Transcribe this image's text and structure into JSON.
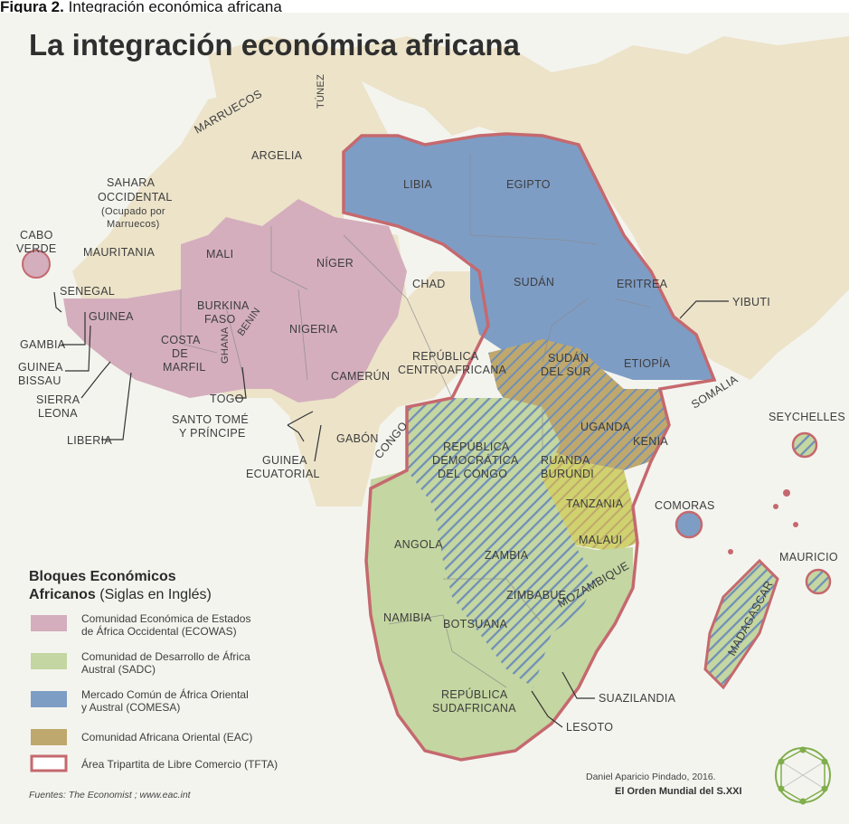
{
  "caption": {
    "prefix": "Figura 2.",
    "text": "Integración económica africana"
  },
  "title": "La integración económica africana",
  "colors": {
    "sea": "#f4f4ef",
    "land": "#ece3c9",
    "ecowas": "#d4aebd",
    "sadc": "#c4d6a1",
    "comesa": "#7e9dc5",
    "eac": "#bfa86d",
    "tfta_border": "#c5696e",
    "hatch": "#6f8fb8"
  },
  "countries": {
    "marruecos": "MARRUECOS",
    "tunez": "TÚNEZ",
    "argelia": "ARGELIA",
    "sahara1": "SAHARA",
    "sahara2": "OCCIDENTAL",
    "sahara3": "(Ocupado por",
    "sahara4": "Marruecos)",
    "cabo1": "CABO",
    "cabo2": "VERDE",
    "mauritania": "MAURITANIA",
    "mali": "MALI",
    "niger": "NÍGER",
    "senegal": "SENEGAL",
    "gambia": "GAMBIA",
    "guinea": "GUINEA",
    "gb1": "GUINEA",
    "gb2": "BISSAU",
    "burkina1": "BURKINA",
    "burkina2": "FASO",
    "benin": "BENIN",
    "ghana": "GHANA",
    "costa1": "COSTA",
    "costa2": "DE",
    "costa3": "MARFIL",
    "nigeria": "NIGERIA",
    "sl1": "SIERRA",
    "sl2": "LEONA",
    "liberia": "LIBERIA",
    "togo": "TOGO",
    "stp1": "SANTO TOMÉ",
    "stp2": "Y PRÍNCIPE",
    "ge1": "GUINEA",
    "ge2": "ECUATORIAL",
    "chad": "CHAD",
    "camerun": "CAMERÚN",
    "gabon": "GABÓN",
    "congo": "CONGO",
    "rca1": "REPÚBLICA",
    "rca2": "CENTROAFRICANA",
    "libia": "LIBIA",
    "egipto": "EGIPTO",
    "sudan": "SUDÁN",
    "eritrea": "ERITREA",
    "yibuti": "YIBUTI",
    "etiopia": "ETIOPÍA",
    "somalia": "SOMALIA",
    "ss1": "SUDÁN",
    "ss2": "DEL SUR",
    "uganda": "UGANDA",
    "kenia": "KENIA",
    "ruanda": "RUANDA",
    "burundi": "BURUNDI",
    "tanzania": "TANZANIA",
    "rdc1": "REPÚBLICA",
    "rdc2": "DEMOCRÁTICA",
    "rdc3": "DEL CONGO",
    "seychelles": "SEYCHELLES",
    "comoras": "COMORAS",
    "mauricio": "MAURICIO",
    "madagascar": "MADAGASCAR",
    "angola": "ANGOLA",
    "zambia": "ZAMBIA",
    "malaui": "MALAUI",
    "mozambique": "MOZAMBIQUE",
    "zimbabue": "ZIMBABUE",
    "namibia": "NAMIBIA",
    "botsuana": "BOTSUANA",
    "sa1": "REPÚBLICA",
    "sa2": "SUDAFRICANA",
    "suazilandia": "SUAZILANDIA",
    "lesoto": "LESOTO"
  },
  "legend": {
    "heading1": "Bloques Económicos",
    "heading2_bold": "Africanos",
    "heading2_rest": " (Siglas en Inglés)",
    "ecowas1": "Comunidad Económica de Estados",
    "ecowas2": "de África Occidental (ECOWAS)",
    "sadc1": "Comunidad de Desarrollo de África",
    "sadc2": "Austral (SADC)",
    "comesa1": "Mercado Común de África Oriental",
    "comesa2": "y Austral (COMESA)",
    "eac": "Comunidad Africana Oriental (EAC)",
    "tfta": "Área Tripartita de Libre Comercio (TFTA)"
  },
  "sources": "Fuentes: The Economist ; www.eac.int",
  "credit1": "Daniel Aparicio Pindado, 2016.",
  "credit2": "El Orden Mundial del S.XXI"
}
